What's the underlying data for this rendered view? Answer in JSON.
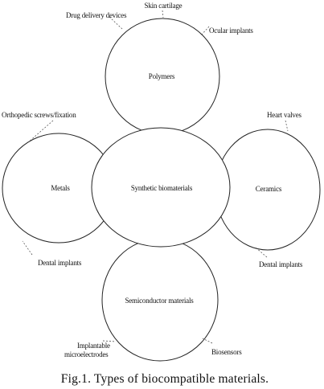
{
  "diagram": {
    "center": {
      "label": "Synthetic biomaterials"
    },
    "polymers": {
      "label": "Polymers",
      "applications": [
        "Skin cartilage",
        "Drug delivery devices",
        "Ocular implants"
      ]
    },
    "metals": {
      "label": "Metals",
      "applications": [
        "Orthopedic screws/fixation",
        "Dental implants"
      ]
    },
    "ceramics": {
      "label": "Ceramics",
      "applications": [
        "Heart valves",
        "Dental implants"
      ]
    },
    "semiconductor": {
      "label": "Semiconductor materials",
      "applications": [
        "Implantable",
        "microelectrodes",
        "Biosensors"
      ]
    }
  },
  "caption": "Fig.1. Types of biocompatible materials."
}
